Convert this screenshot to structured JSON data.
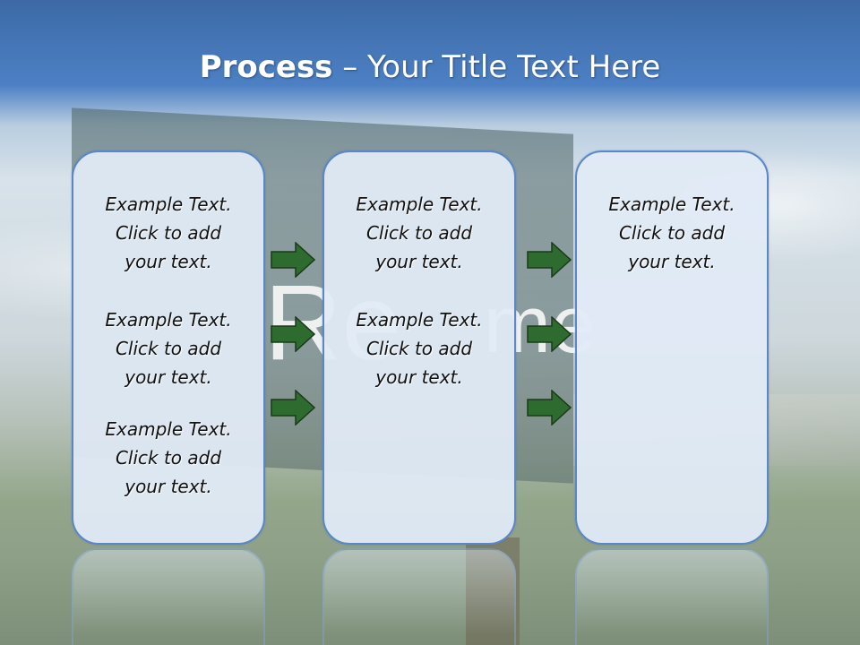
{
  "slide": {
    "title_bold": "Process",
    "title_rest": " – Your Title Text Here"
  },
  "columns": [
    {
      "blocks": [
        {
          "line1": "Example Text.",
          "line2": "Click  to add",
          "line3": "your text."
        },
        {
          "line1": "Example Text.",
          "line2": "Click  to add",
          "line3": "your text."
        },
        {
          "line1": "Example Text.",
          "line2": "Click  to add",
          "line3": "your text."
        }
      ]
    },
    {
      "blocks": [
        {
          "line1": "Example Text.",
          "line2": "Click  to add",
          "line3": "your text."
        },
        {
          "line1": "Example Text.",
          "line2": "Click  to add",
          "line3": "your text."
        }
      ]
    },
    {
      "blocks": [
        {
          "line1": "Example Text.",
          "line2": "Click  to add",
          "line3": "your text."
        }
      ]
    }
  ],
  "background": {
    "sign_text_left": "Re",
    "sign_text_right": "me"
  },
  "colors": {
    "panel_fill": "#e0eaf6",
    "panel_border": "#5b87c6",
    "arrow_fill": "#2e6b2e",
    "title_bar": "#4c80c4"
  },
  "icons": {
    "arrow": "right-arrow-icon"
  }
}
